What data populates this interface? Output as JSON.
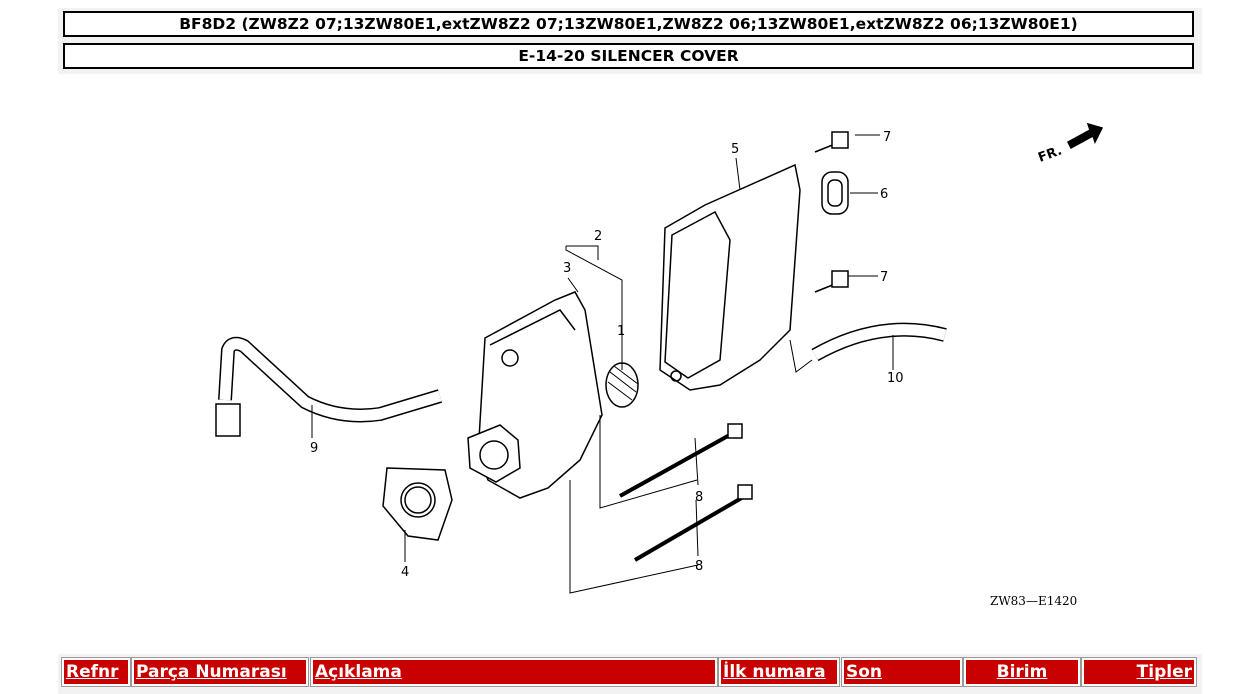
{
  "header": {
    "model_title": "BF8D2 (ZW8Z2 07;13ZW80E1,extZW8Z2 07;13ZW80E1,ZW8Z2 06;13ZW80E1,extZW8Z2 06;13ZW80E1)",
    "section_title": "E-14-20 SILENCER COVER"
  },
  "diagram": {
    "callouts": [
      "1",
      "2",
      "3",
      "4",
      "5",
      "6",
      "7",
      "7",
      "8",
      "8",
      "9",
      "10"
    ],
    "direction_label": "FR.",
    "drawing_code": "ZW83—E1420"
  },
  "table": {
    "columns": [
      "Refnr",
      "Parça Numarası",
      "Açıklama",
      "İlk numara",
      "Son",
      "Birim",
      "Tipler"
    ]
  },
  "colors": {
    "header_bg": "#c80000",
    "header_text": "#ffffff"
  }
}
